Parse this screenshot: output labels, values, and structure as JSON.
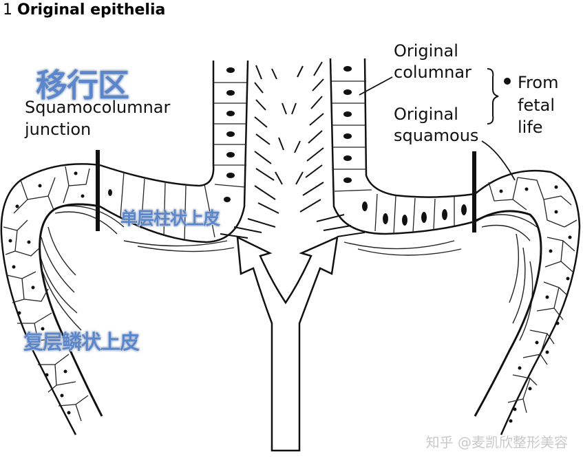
{
  "title": {
    "number": "1",
    "text": "Original epithelia"
  },
  "labels": {
    "squamocolumnar_junction_line1": "Squamocolumnar",
    "squamocolumnar_junction_line2": "junction",
    "original_columnar_line1": "Original",
    "original_columnar_line2": "columnar",
    "original_squamous_line1": "Original",
    "original_squamous_line2": "squamous",
    "from_fetal_line1": "From",
    "from_fetal_line2": "fetal",
    "from_fetal_line3": "life"
  },
  "chinese_overlays": {
    "transformation_zone": "移行区",
    "simple_columnar": "单层柱状上皮",
    "stratified_squamous": "复层鳞状上皮"
  },
  "watermark": "知乎 @麦凯欣整形美容",
  "colors": {
    "overlay_text": "#5b86c9",
    "overlay_outline": "#1f3f7a",
    "line": "#111111",
    "watermark": "#c9c9c9"
  }
}
